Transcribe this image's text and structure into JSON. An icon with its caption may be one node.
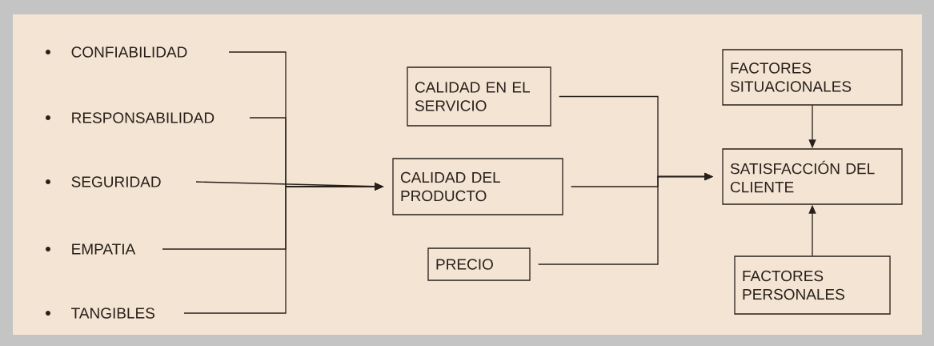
{
  "diagram": {
    "nodes": [
      {
        "text": [
          "CONFIABILIDAD"
        ]
      },
      {
        "text": [
          "RESPONSABILIDAD"
        ]
      },
      {
        "text": [
          "SEGURIDAD"
        ]
      },
      {
        "text": [
          "EMPATIA"
        ]
      },
      {
        "text": [
          "TANGIBLES"
        ]
      },
      {
        "text": [
          "CALIDAD EN EL SERVICIO"
        ]
      },
      {
        "text": [
          "CALIDAD DEL PRODUCTO"
        ]
      },
      {
        "text": [
          "PRECIO"
        ]
      },
      {
        "text": [
          "FACTORES SITUACIONALES"
        ]
      },
      {
        "text": [
          "SATISFACCIÓN DEL CLIENTE"
        ]
      },
      {
        "text": [
          "FACTORES PERSONALES"
        ]
      }
    ],
    "edges": [
      {
        "from": 0,
        "to": 6,
        "arrow": "to"
      },
      {
        "from": 1,
        "to": 6,
        "arrow": "to"
      },
      {
        "from": 2,
        "to": 6,
        "arrow": "to"
      },
      {
        "from": 3,
        "to": 6,
        "arrow": "to"
      },
      {
        "from": 4,
        "to": 6,
        "arrow": "to"
      },
      {
        "from": 5,
        "to": 9,
        "arrow": "to"
      },
      {
        "from": 6,
        "to": 9,
        "arrow": "to"
      },
      {
        "from": 7,
        "to": 9,
        "arrow": "to"
      },
      {
        "from": 8,
        "to": 9,
        "arrow": "to"
      },
      {
        "from": 10,
        "to": 9,
        "arrow": "to"
      }
    ]
  }
}
